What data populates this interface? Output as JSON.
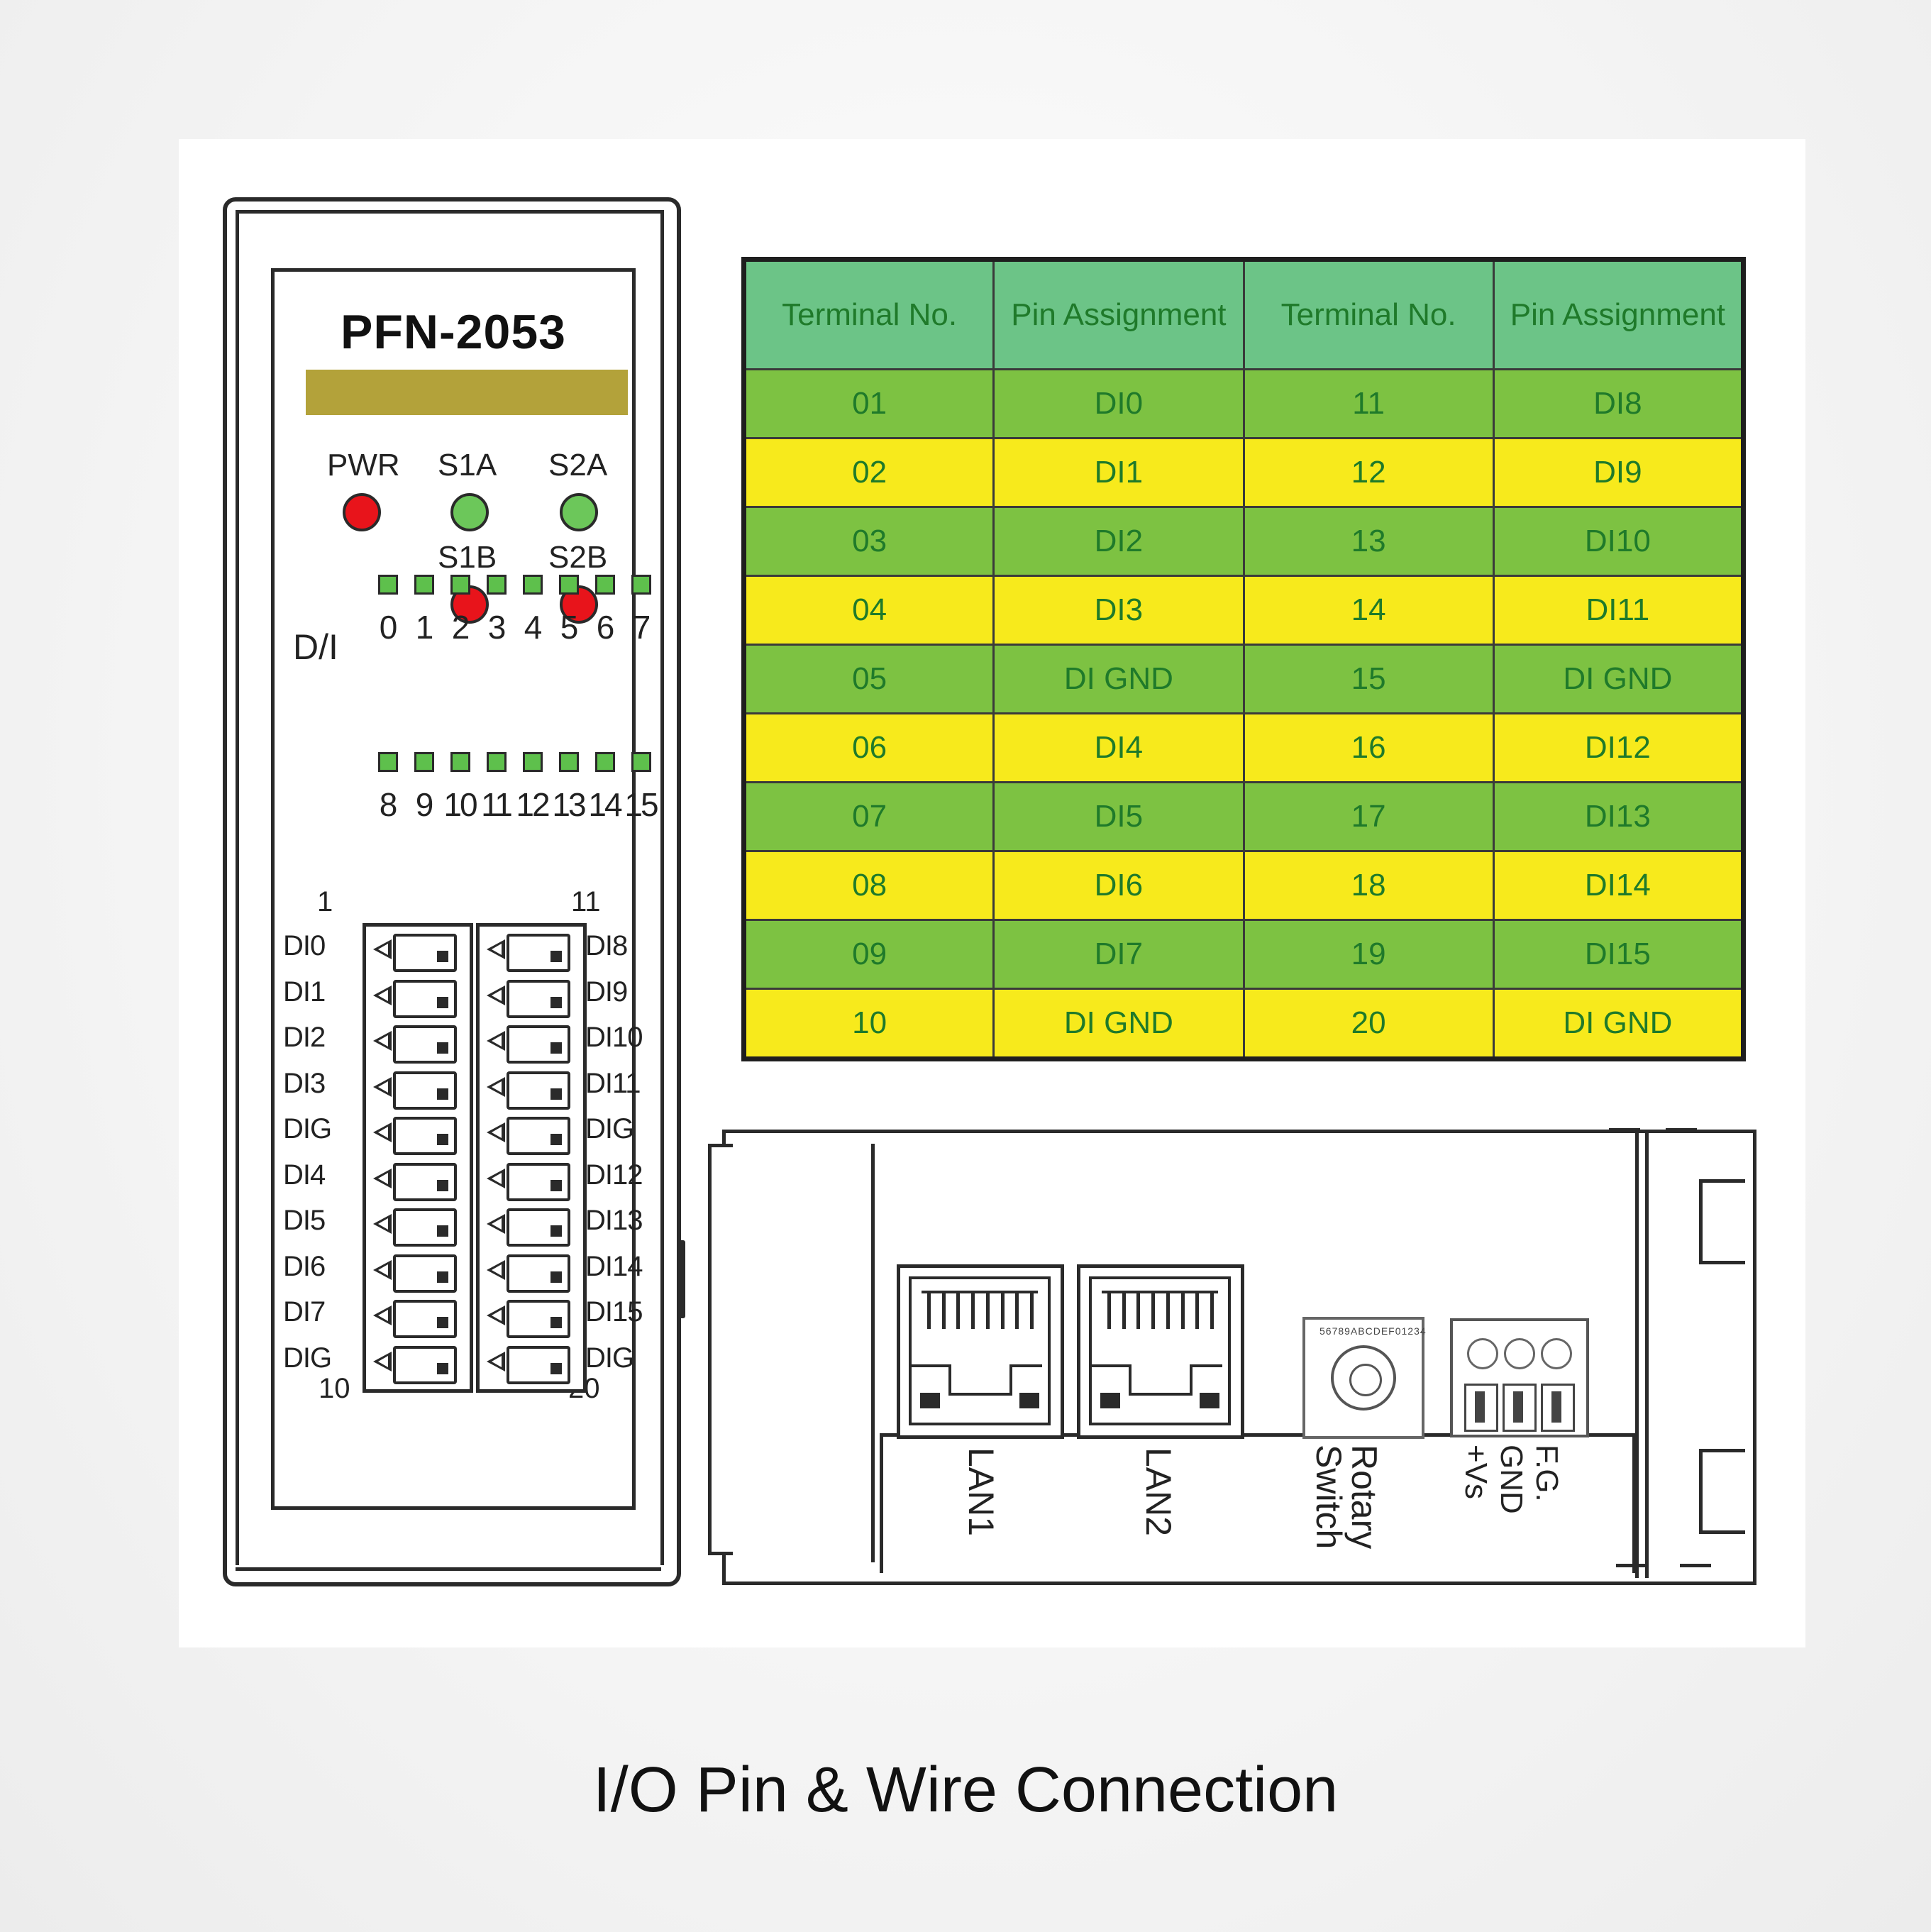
{
  "device": {
    "model": "PFN-2053",
    "leds": {
      "pwr": "PWR",
      "s1a": "S1A",
      "s2a": "S2A",
      "s1b": "S1B",
      "s2b": "S2B"
    },
    "di_label": "D/I",
    "di_row1": [
      "0",
      "1",
      "2",
      "3",
      "4",
      "5",
      "6",
      "7"
    ],
    "di_row2": [
      "8",
      "9",
      "10",
      "11",
      "12",
      "13",
      "14",
      "15"
    ],
    "terminal_top_left": "1",
    "terminal_top_right": "11",
    "terminal_bottom_left": "10",
    "terminal_bottom_right": "20",
    "pins_left": [
      "DI0",
      "DI1",
      "DI2",
      "DI3",
      "DIG",
      "DI4",
      "DI5",
      "DI6",
      "DI7",
      "DIG"
    ],
    "pins_right": [
      "DI8",
      "DI9",
      "DI10",
      "DI11",
      "DIG",
      "DI12",
      "DI13",
      "DI14",
      "DI15",
      "DIG"
    ]
  },
  "table": {
    "headers": [
      "Terminal No.",
      "Pin Assignment",
      "Terminal No.",
      "Pin Assignment"
    ],
    "rows": [
      [
        "01",
        "DI0",
        "11",
        "DI8"
      ],
      [
        "02",
        "DI1",
        "12",
        "DI9"
      ],
      [
        "03",
        "DI2",
        "13",
        "DI10"
      ],
      [
        "04",
        "DI3",
        "14",
        "DI11"
      ],
      [
        "05",
        "DI GND",
        "15",
        "DI GND"
      ],
      [
        "06",
        "DI4",
        "16",
        "DI12"
      ],
      [
        "07",
        "DI5",
        "17",
        "DI13"
      ],
      [
        "08",
        "DI6",
        "18",
        "DI14"
      ],
      [
        "09",
        "DI7",
        "19",
        "DI15"
      ],
      [
        "10",
        "DI GND",
        "20",
        "DI GND"
      ]
    ],
    "colors": {
      "header": "#6cc487",
      "green_row": "#7dc242",
      "yellow_row": "#f7ea1c",
      "text": "#1f7a2a"
    }
  },
  "bottom": {
    "lan1": "LAN1",
    "lan2": "LAN2",
    "rotary_line1": "Rotary",
    "rotary_line2": "Switch",
    "rotary_digits": "56789ABCDEF01234",
    "pwr_fg": "F.G.",
    "pwr_gnd": "GND",
    "pwr_vs": "+Vs"
  },
  "caption": "I/O Pin & Wire Connection"
}
